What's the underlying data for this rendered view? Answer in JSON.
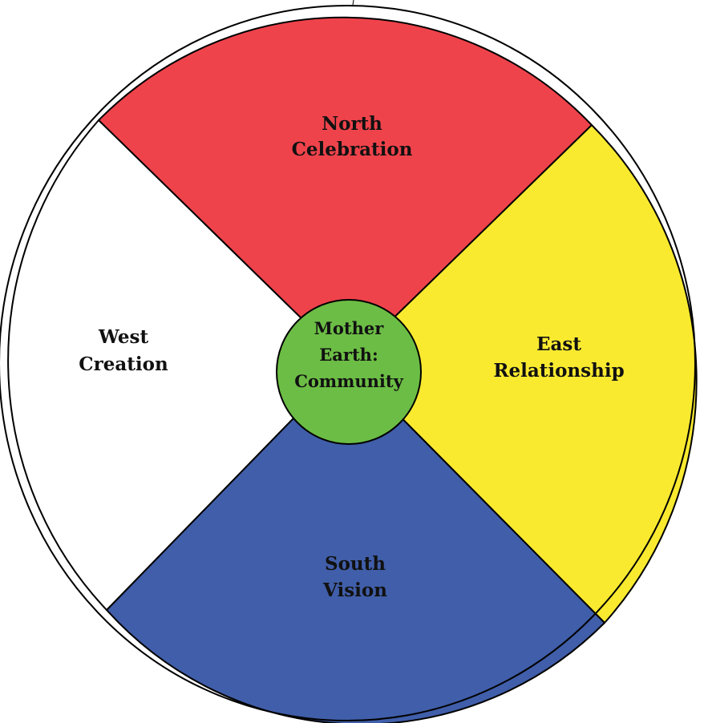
{
  "wheel": {
    "quadrants": [
      {
        "id": "north",
        "direction": "North",
        "meaning": "Celebration",
        "color": "#ef434b"
      },
      {
        "id": "east",
        "direction": "East",
        "meaning": "Relationship",
        "color": "#f9ea30"
      },
      {
        "id": "south",
        "direction": "South",
        "meaning": "Vision",
        "color": "#405ea9"
      },
      {
        "id": "west",
        "direction": "West",
        "meaning": "Creation",
        "color": "#ffffff"
      }
    ],
    "center": {
      "lines": [
        "Mother",
        "Earth:",
        "Community"
      ],
      "color": "#6cbd45"
    }
  }
}
